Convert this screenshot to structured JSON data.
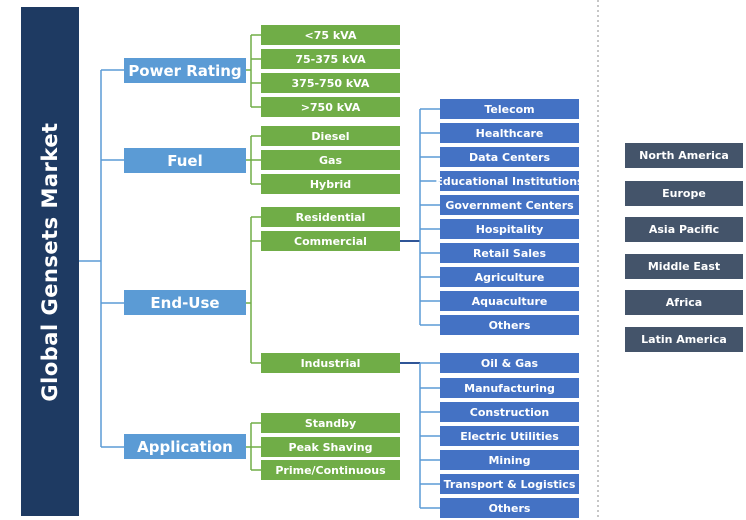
{
  "title": "Global Gensets Market",
  "categories": {
    "power_rating": "Power Rating",
    "fuel": "Fuel",
    "end_use": "End-Use",
    "application": "Application"
  },
  "power_rating_items": [
    "<75 kVA",
    "75-375 kVA",
    "375-750 kVA",
    ">750 kVA"
  ],
  "fuel_items": [
    "Diesel",
    "Gas",
    "Hybrid"
  ],
  "end_use_items": [
    "Residential",
    "Commercial",
    "Industrial"
  ],
  "commercial_items": [
    "Telecom",
    "Healthcare",
    "Data Centers",
    "Educational Institutions",
    "Government Centers",
    "Hospitality",
    "Retail Sales",
    "Agriculture",
    "Aquaculture",
    "Others"
  ],
  "industrial_items": [
    "Oil & Gas",
    "Manufacturing",
    "Construction",
    "Electric Utilities",
    "Mining",
    "Transport & Logistics",
    "Others"
  ],
  "application_items": [
    "Standby",
    "Peak Shaving",
    "Prime/Continuous"
  ],
  "regions": [
    "North America",
    "Europe",
    "Asia Pacific",
    "Middle East",
    "Africa",
    "Latin America"
  ],
  "colors": {
    "main": "#1e3a62",
    "category": "#5b9bd5",
    "green": "#70ad47",
    "blue": "#4472c4",
    "region": "#44546a",
    "line_blue": "#5b9bd5",
    "line_green": "#70ad47"
  }
}
